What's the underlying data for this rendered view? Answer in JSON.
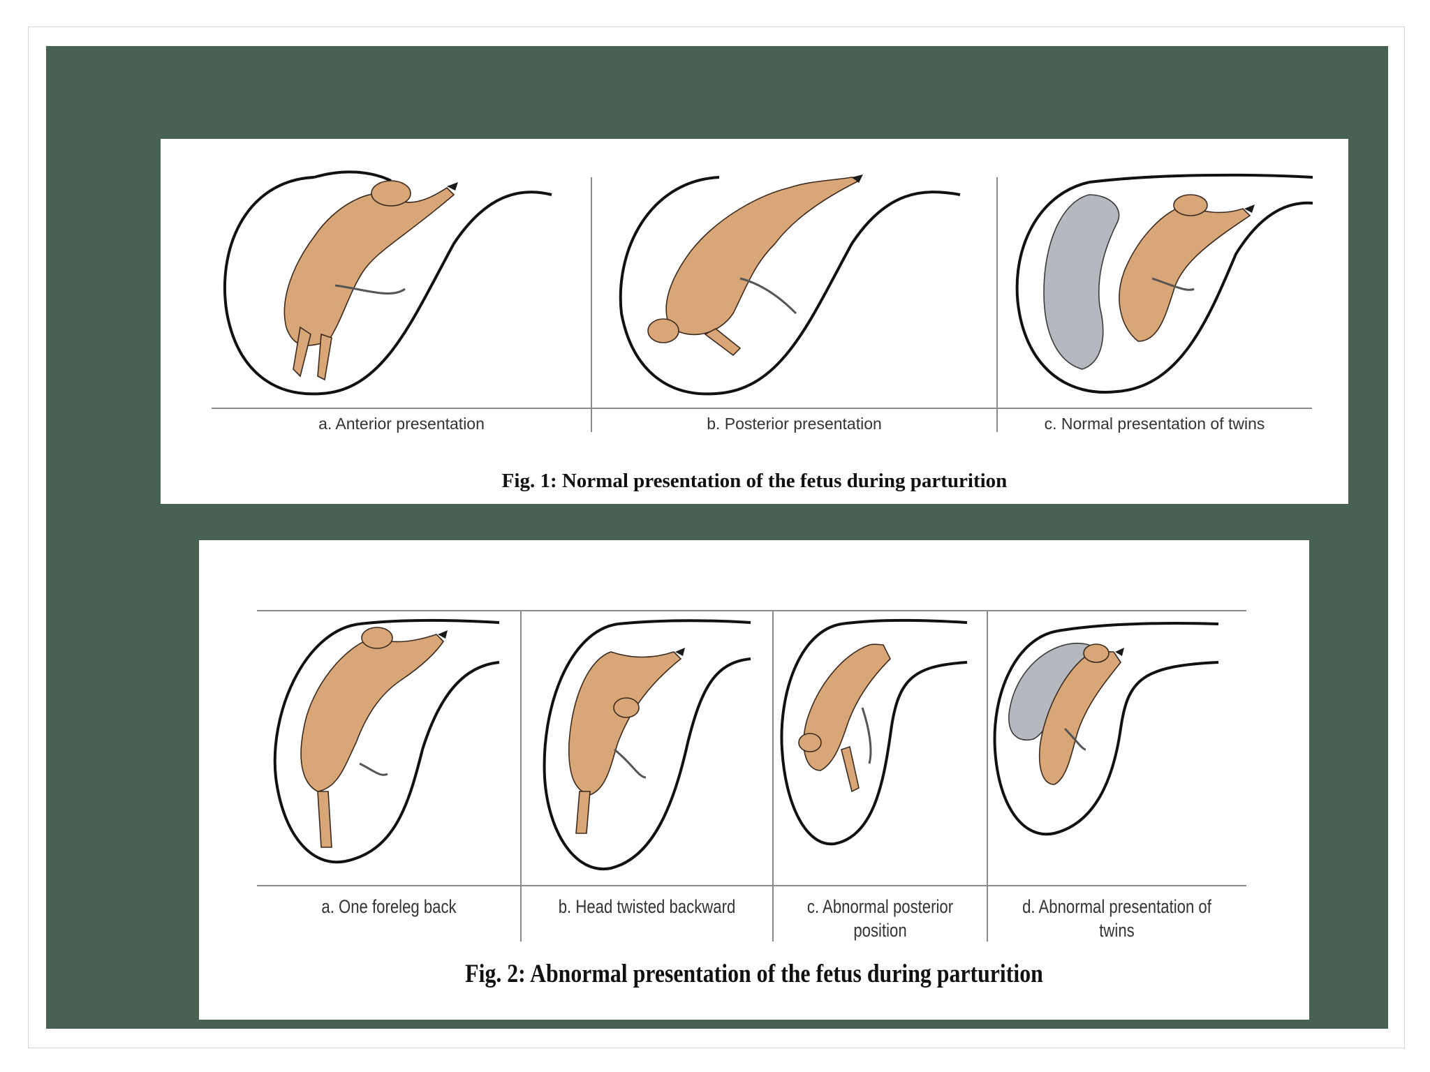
{
  "colors": {
    "slide_background": "#476152",
    "panel_background": "#ffffff",
    "calf_fill": "#d9a678",
    "twin_fill": "#b5b9bf"
  },
  "figure1": {
    "caption": "Fig. 1: Normal presentation of the fetus during parturition",
    "panels": [
      {
        "label": "a. Anterior presentation"
      },
      {
        "label": "b. Posterior presentation"
      },
      {
        "label": "c. Normal presentation of twins"
      }
    ]
  },
  "figure2": {
    "caption": "Fig. 2: Abnormal presentation of the fetus during parturition",
    "panels": [
      {
        "label": "a. One foreleg back"
      },
      {
        "label": "b. Head twisted backward"
      },
      {
        "label": "c. Abnormal posterior position"
      },
      {
        "label": "d. Abnormal presentation of twins"
      }
    ]
  }
}
